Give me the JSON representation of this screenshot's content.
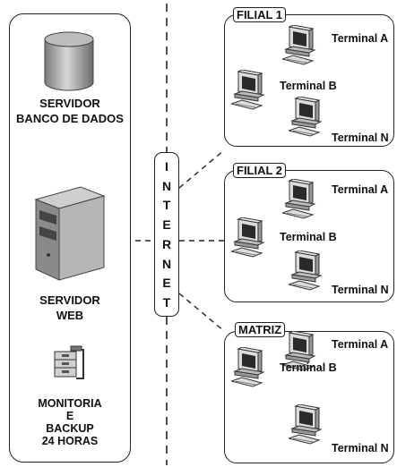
{
  "left_panel": {
    "server_db_label_1": "SERVIDOR",
    "server_db_label_2": "BANCO DE DADOS",
    "server_web_label_1": "SERVIDOR",
    "server_web_label_2": "WEB",
    "monitor_label_1": "MONITORIA",
    "monitor_label_2": "E",
    "monitor_label_3": "BACKUP",
    "monitor_label_4": "24 HORAS"
  },
  "internet": {
    "letters": [
      "I",
      "N",
      "T",
      "E",
      "R",
      "N",
      "E",
      "T"
    ]
  },
  "sites": [
    {
      "name": "FILIAL 1",
      "terminals": [
        "Terminal A",
        "Terminal B",
        "Terminal N"
      ]
    },
    {
      "name": "FILIAL 2",
      "terminals": [
        "Terminal A",
        "Terminal B",
        "Terminal N"
      ]
    },
    {
      "name": "MATRIZ",
      "terminals": [
        "Terminal A",
        "Terminal B",
        "Terminal N"
      ]
    }
  ]
}
